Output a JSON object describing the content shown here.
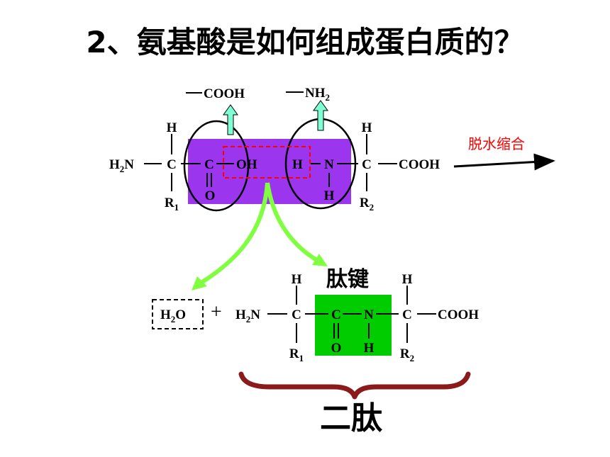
{
  "title": "2、氨基酸是如何组成蛋白质的？",
  "top_molecule": {
    "h2n": "H",
    "h2n_sub": "2",
    "h2n_n": "N",
    "c_left": "C",
    "h_top_left": "H",
    "r_left": "R",
    "r_left_sub": "1",
    "carbonyl_c": "C",
    "carbonyl_o": "O",
    "oh": "OH",
    "h_amino": "H",
    "n_amino": "N",
    "h_amino_bottom": "H",
    "c_right": "C",
    "h_top_right": "H",
    "r_right": "R",
    "r_right_sub": "2",
    "cooh_end": "COOH",
    "removed_cooh": "COOH",
    "removed_nh": "NH",
    "removed_nh_sub": "2"
  },
  "reaction_label": "脱水缩合",
  "water": {
    "h": "H",
    "sub": "2",
    "o": "O"
  },
  "plus": "+",
  "peptide_bond_label": "肽键",
  "dipeptide": {
    "h2n": "H",
    "h2n_sub": "2",
    "h2n_n": "N",
    "c_left": "C",
    "h_top_left": "H",
    "r_left": "R",
    "r_left_sub": "1",
    "carbonyl_c": "C",
    "carbonyl_o": "O",
    "n": "N",
    "n_h": "H",
    "c_right": "C",
    "h_top_right": "H",
    "r_right": "R",
    "r_right_sub": "2",
    "cooh_end": "COOH"
  },
  "product_label": "二肽",
  "colors": {
    "purple_highlight": "#9B35EE",
    "green_highlight": "#00CC00",
    "red_dashed": "#FF0000",
    "teal_arrow": "#7FFFD4",
    "light_green_arrow": "#80FF40",
    "brace": "#8B1A1A",
    "reaction_label": "#FF0000"
  }
}
